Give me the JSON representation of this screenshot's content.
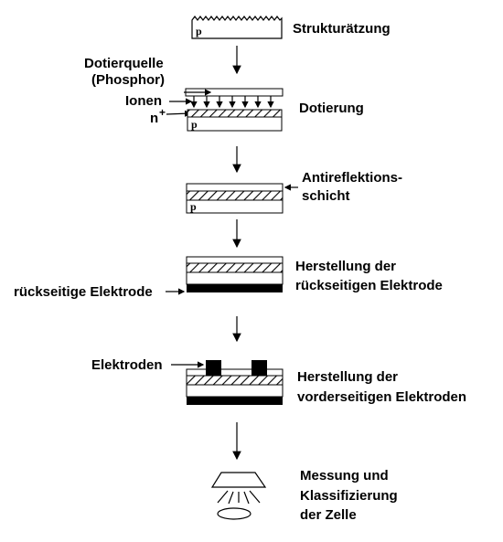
{
  "steps": [
    {
      "label": "Strukturätzung"
    },
    {
      "label": "Dotierung"
    },
    {
      "label_line1": "Antireflektions-",
      "label_line2": "schicht"
    },
    {
      "label_line1": "Herstellung der",
      "label_line2": "rückseitigen Elektrode"
    },
    {
      "label_line1": "Herstellung der",
      "label_line2": "vorderseitigen Elektroden"
    },
    {
      "label_line1": "Messung und",
      "label_line2": "Klassifizierung",
      "label_line3": "der Zelle"
    }
  ],
  "annotations": {
    "dopant_source_line1": "Dotierquelle",
    "dopant_source_line2": "(Phosphor)",
    "ions": "Ionen",
    "n_plus": "n",
    "n_plus_sup": "+",
    "rear_electrode": "rückseitige Elektrode",
    "electrodes": "Elektroden"
  },
  "layer_labels": {
    "p": "p"
  }
}
